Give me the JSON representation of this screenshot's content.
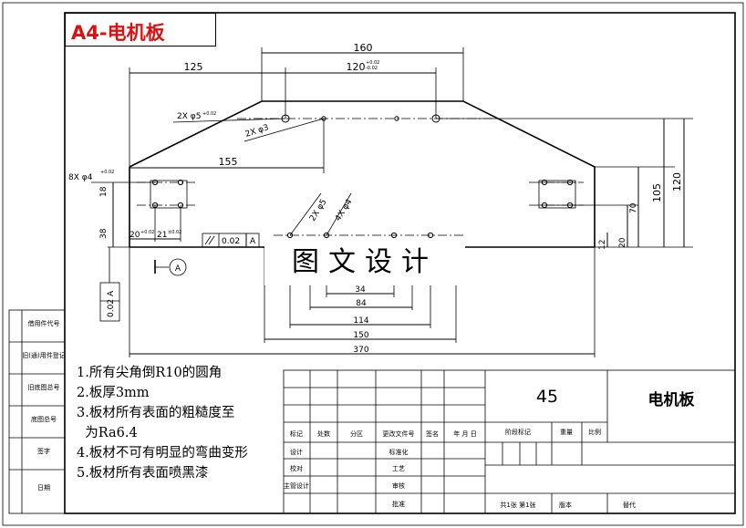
{
  "title_label": "A4-电机板",
  "watermark": "图文设计",
  "dimensions": {
    "d160": "160",
    "d125": "125",
    "d120": "120",
    "d120_tol_upper": "+0.02",
    "d120_tol_lower": "-0.02",
    "hole_2x5": "2X φ5",
    "hole_2x5_tol": "+0.02",
    "hole_2x3": "2X φ3",
    "d155": "155",
    "hole_8x4": "8X φ4",
    "hole_8x4_tol": "+0.02",
    "d18": "18",
    "d38": "38",
    "d20": "20",
    "d20_tol": "+0.02",
    "d21": "21",
    "d21_tol": "±0.02",
    "parallel_value": "0.02",
    "parallel_datum": "A",
    "datum_A": "A",
    "hole_2x5b": "2X φ5",
    "hole_4x4": "4X φ4",
    "d105": "105",
    "d120v": "120",
    "d70": "70",
    "d12": "12",
    "d20v": "20",
    "d34": "34",
    "d84": "84",
    "d114": "114",
    "d150": "150",
    "d370": "370",
    "flat_value": "0.02",
    "flat_datum": "A"
  },
  "notes": [
    "1.所有尖角倒R10的圆角",
    "2.板厚3mm",
    "3.板材所有表面的粗糙度至",
    "  为Ra6.4",
    "4.板材不可有明显的弯曲变形",
    "5.板材所有表面喷黑漆"
  ],
  "left_column": [
    "借用件代号",
    "旧(通)用件登记",
    "旧底图总号",
    "底图总号",
    "签字",
    "日期"
  ],
  "title_block": {
    "material": "45",
    "part_name": "电机板",
    "row_headers": [
      "标记",
      "处数",
      "分区",
      "更改文件号",
      "签名",
      "年 月 日"
    ],
    "roles_left": [
      "设计",
      "校对",
      "主管设计"
    ],
    "roles_right": [
      "标准化",
      "工艺",
      "审核",
      "批准"
    ],
    "stage_header": "阶段标记",
    "weight_header": "重量",
    "scale_header": "比例",
    "sheet_info": "共1张 第1张",
    "version": "版本",
    "replace": "替代"
  }
}
